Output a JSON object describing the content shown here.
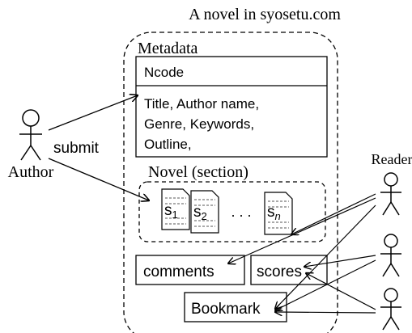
{
  "title": "A novel in syosetu.com",
  "metadata": {
    "label": "Metadata",
    "ncode": "Ncode",
    "fields": [
      "Title, Author name,",
      "Genre, Keywords,",
      "Outline,"
    ]
  },
  "novel": {
    "label": "Novel (section)",
    "sections": [
      "s",
      "s",
      "s"
    ],
    "subscripts": [
      "1",
      "2",
      "n"
    ],
    "ellipsis": ". . ."
  },
  "boxes": {
    "comments": "comments",
    "scores": "scores",
    "bookmark": "Bookmark"
  },
  "author": {
    "label": "Author",
    "action": "submit"
  },
  "reader": {
    "label": "Reader"
  }
}
